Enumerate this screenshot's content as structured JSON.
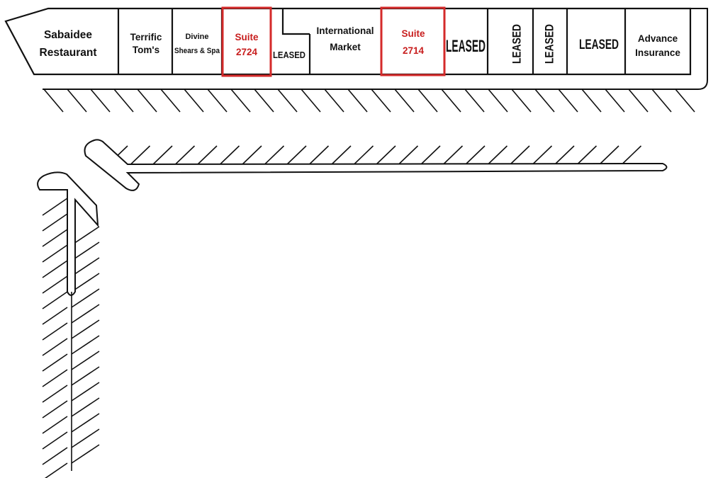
{
  "colors": {
    "line": "#111111",
    "available_suite": "#d42a2a",
    "background": "#ffffff"
  },
  "units": [
    {
      "id": "sabaidee",
      "lines": [
        "Sabaidee",
        "Restaurant"
      ]
    },
    {
      "id": "terrific-toms",
      "lines": [
        "Terrific",
        "Tom's"
      ]
    },
    {
      "id": "divine-shears",
      "lines": [
        "Divine",
        "Shears & Spa"
      ]
    },
    {
      "id": "suite-2724",
      "lines": [
        "Suite",
        "2724"
      ],
      "available": true
    },
    {
      "id": "leased-a",
      "lines": [
        "LEASED"
      ]
    },
    {
      "id": "international-market",
      "lines": [
        "International",
        "Market"
      ]
    },
    {
      "id": "suite-2714",
      "lines": [
        "Suite",
        "2714"
      ],
      "available": true
    },
    {
      "id": "leased-b",
      "lines": [
        "LEASED"
      ]
    },
    {
      "id": "leased-c",
      "lines": [
        "LEASED"
      ],
      "rotated": true
    },
    {
      "id": "leased-d",
      "lines": [
        "LEASED"
      ],
      "rotated": true
    },
    {
      "id": "leased-e",
      "lines": [
        "LEASED"
      ]
    },
    {
      "id": "advance-insurance",
      "lines": [
        "Advance",
        "Insurance"
      ]
    }
  ]
}
